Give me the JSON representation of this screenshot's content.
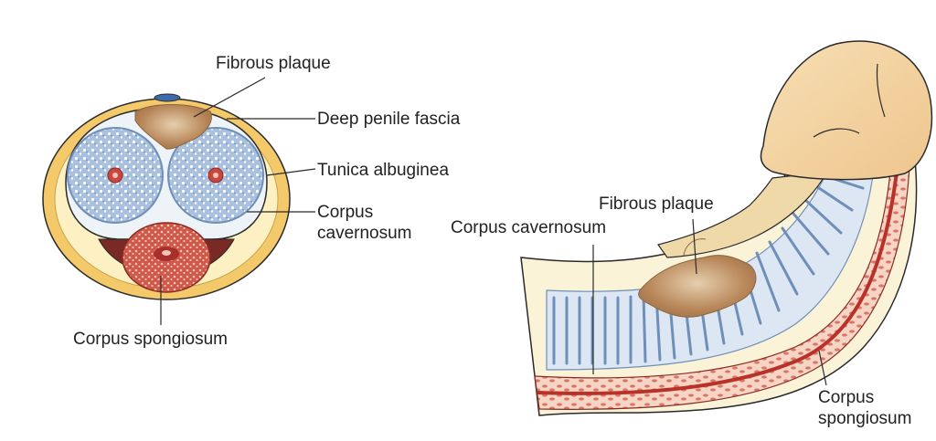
{
  "cross_section": {
    "labels": {
      "fibrous_plaque": "Fibrous plaque",
      "deep_penile_fascia": "Deep penile fascia",
      "tunica_albuginea": "Tunica albuginea",
      "corpus_cavernosum_line1": "Corpus",
      "corpus_cavernosum_line2": "cavernosum",
      "corpus_spongiosum": "Corpus spongiosum"
    }
  },
  "side_view": {
    "labels": {
      "fibrous_plaque": "Fibrous plaque",
      "corpus_cavernosum": "Corpus cavernosum",
      "corpus_spongiosum_line1": "Corpus",
      "corpus_spongiosum_line2": "spongiosum"
    }
  },
  "colors": {
    "skin": "#fbe9a8",
    "fascia_ring": "#f3c96a",
    "tunica": "#eef3f8",
    "cavernosum": "#9fb8d8",
    "spongiosum": "#c9473e",
    "plaque": "#b8875a",
    "glans": "#f3d2a0",
    "line": "#2a2a2a"
  }
}
